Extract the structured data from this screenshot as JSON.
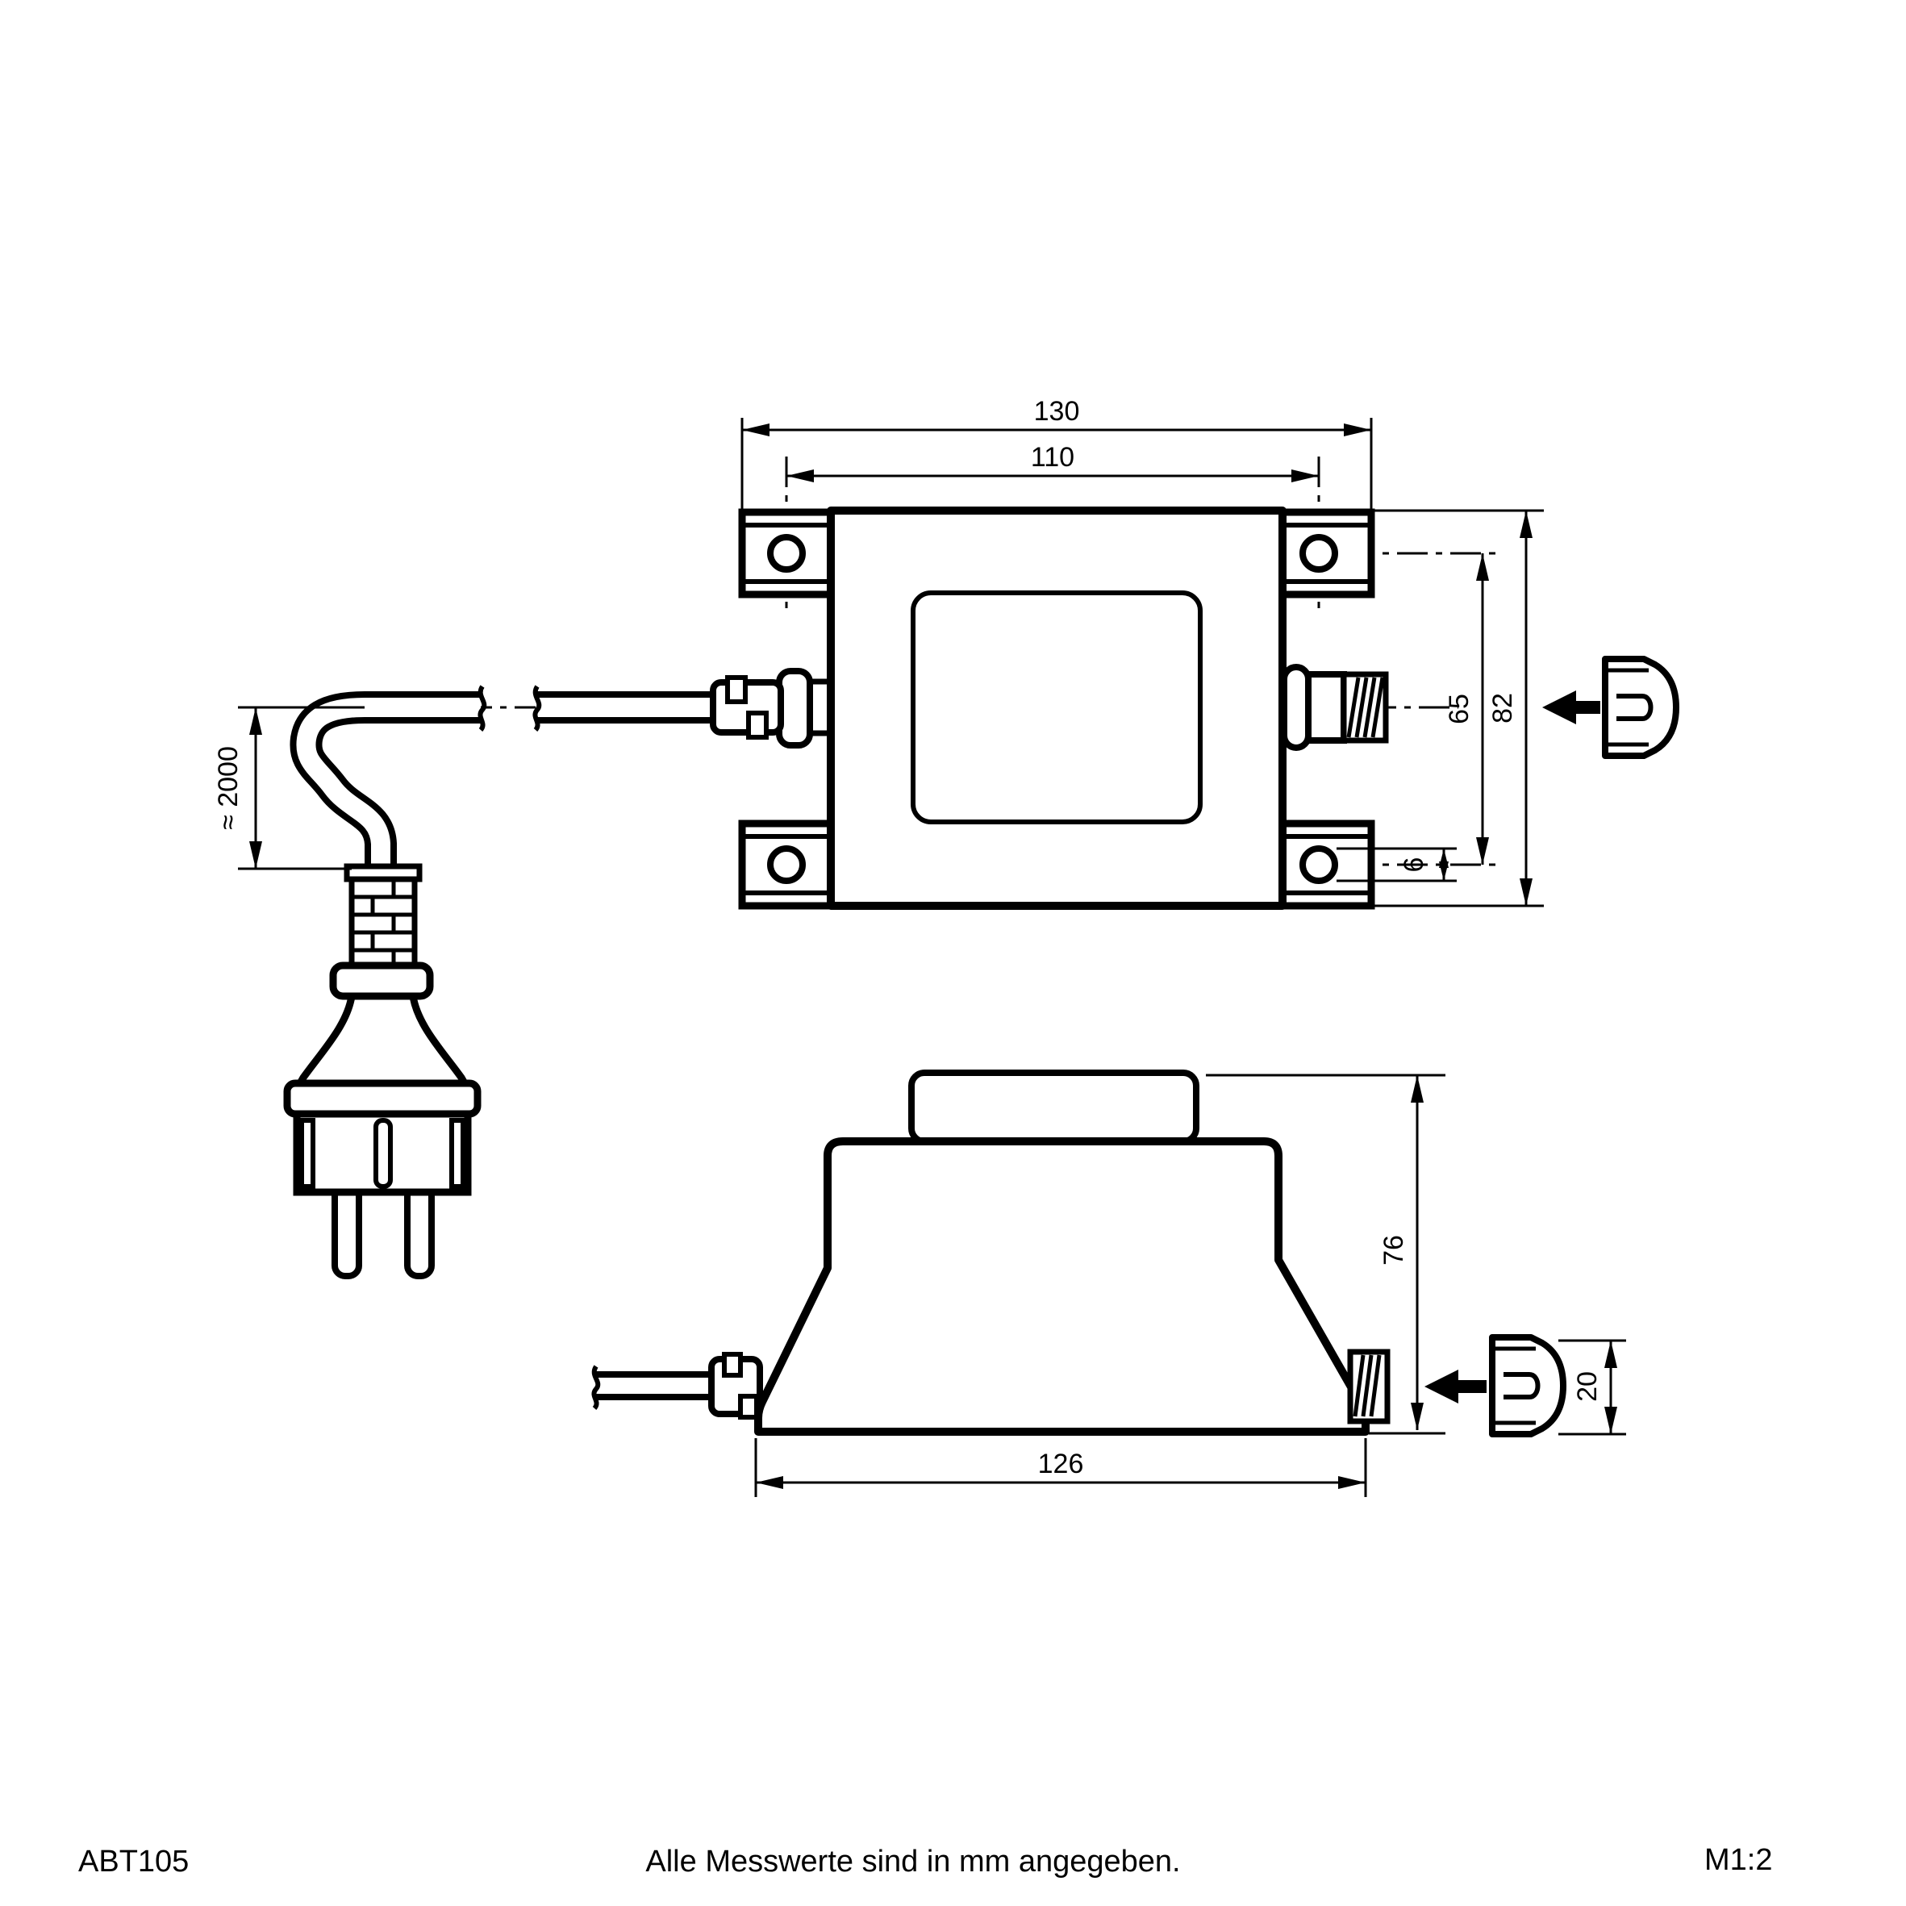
{
  "drawing": {
    "product_code": "ABT105",
    "units_note": "Alle Messwerte sind in mm angegeben.",
    "scale": "M1:2",
    "colors": {
      "line": "#000000",
      "background": "#ffffff"
    },
    "top_view": {
      "dim_overall_width": "130",
      "dim_hole_spacing_h": "110",
      "dim_hole_spacing_v": "65",
      "dim_overall_height": "82",
      "dim_hole_dia": "6",
      "dim_cable_length": "≈ 2000"
    },
    "side_view": {
      "dim_base_width": "126",
      "dim_overall_height": "76",
      "dim_cap_height": "20"
    }
  }
}
